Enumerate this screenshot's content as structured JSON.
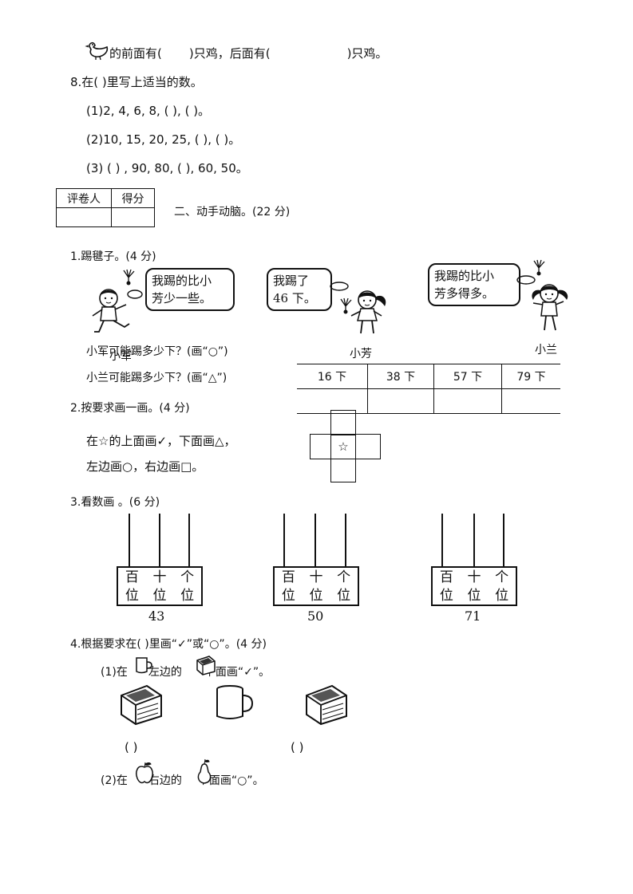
{
  "top_line": {
    "part1": "的前面有(",
    "part2": ")只鸡，后面有(",
    "part3": ")只鸡。"
  },
  "q8": {
    "title": "8.在(    )里写上适当的数。",
    "line1": "(1)2, 4, 6, 8, (          ), (          )。",
    "line2": "(2)10, 15, 20, 25, (         ), (          )。",
    "line3": "(3) (  )  , 90,  80, (        ), 60, 50。"
  },
  "score_table": {
    "col1": "评卷人",
    "col2": "得分"
  },
  "section2_title": "二、动手动脑。(22 分)",
  "q1": {
    "title": "1.踢毽子。(4 分)",
    "bubble1": [
      "我踢的比小",
      "芳少一些。"
    ],
    "bubble2": [
      "我踢了",
      "46 下。"
    ],
    "bubble3": [
      "我踢的比小",
      "芳多得多。"
    ],
    "name1": "小军",
    "name2": "小芳",
    "name3": "小兰",
    "prompt1": "小军可能踢多少下？(画“○”)",
    "prompt2": "小兰可能踢多少下？(画“△”)",
    "options": [
      "16 下",
      "38 下",
      "57 下",
      "79 下"
    ]
  },
  "q2": {
    "title": "2.按要求画一画。(4 分)",
    "line1": "在☆的上面画✓，下面画△，",
    "line2": "左边画○，右边画□。",
    "star": "☆"
  },
  "q3": {
    "title": "3.看数画    。(6 分)",
    "header_top": [
      "百",
      "十",
      "个"
    ],
    "header_bottom": [
      "位",
      "位",
      "位"
    ],
    "numbers": [
      "43",
      "50",
      "71"
    ]
  },
  "q4": {
    "title": "4.根据要求在(    )里画“✓”或“○”。(4 分)",
    "sub1_a": "(1)在",
    "sub1_b": "左边的",
    "sub1_c": "下面画“✓”。",
    "paren1": "(          )",
    "paren2": "(          )",
    "sub2_a": "(2)在",
    "sub2_b": "右边的",
    "sub2_c": "下面画“○”。"
  }
}
